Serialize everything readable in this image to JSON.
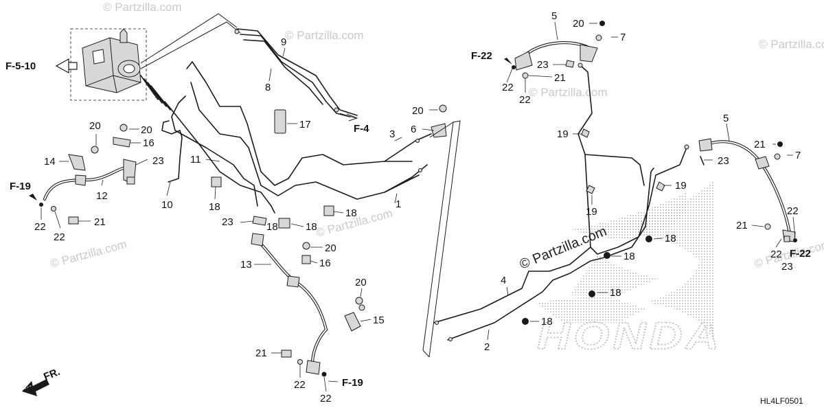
{
  "diagram": {
    "code": "HL4LF0501",
    "brand": "HONDA",
    "watermark_text": "© Partzilla.com",
    "center_watermark_text": "© Partzilla.com",
    "front_label": "FR.",
    "references": [
      "F-5-10",
      "F-4",
      "F-19",
      "F-19",
      "F-22",
      "F-22"
    ],
    "callouts": [
      "1",
      "2",
      "3",
      "4",
      "5",
      "5",
      "6",
      "7",
      "7",
      "8",
      "9",
      "10",
      "11",
      "12",
      "13",
      "14",
      "15",
      "16",
      "16",
      "17",
      "18",
      "18",
      "18",
      "18",
      "18",
      "18",
      "18",
      "18",
      "19",
      "19",
      "19",
      "20",
      "20",
      "20",
      "20",
      "20",
      "20",
      "21",
      "21",
      "21",
      "21",
      "21",
      "22",
      "22",
      "22",
      "22",
      "22",
      "22",
      "22",
      "22",
      "23",
      "23",
      "23",
      "23",
      "23"
    ]
  }
}
